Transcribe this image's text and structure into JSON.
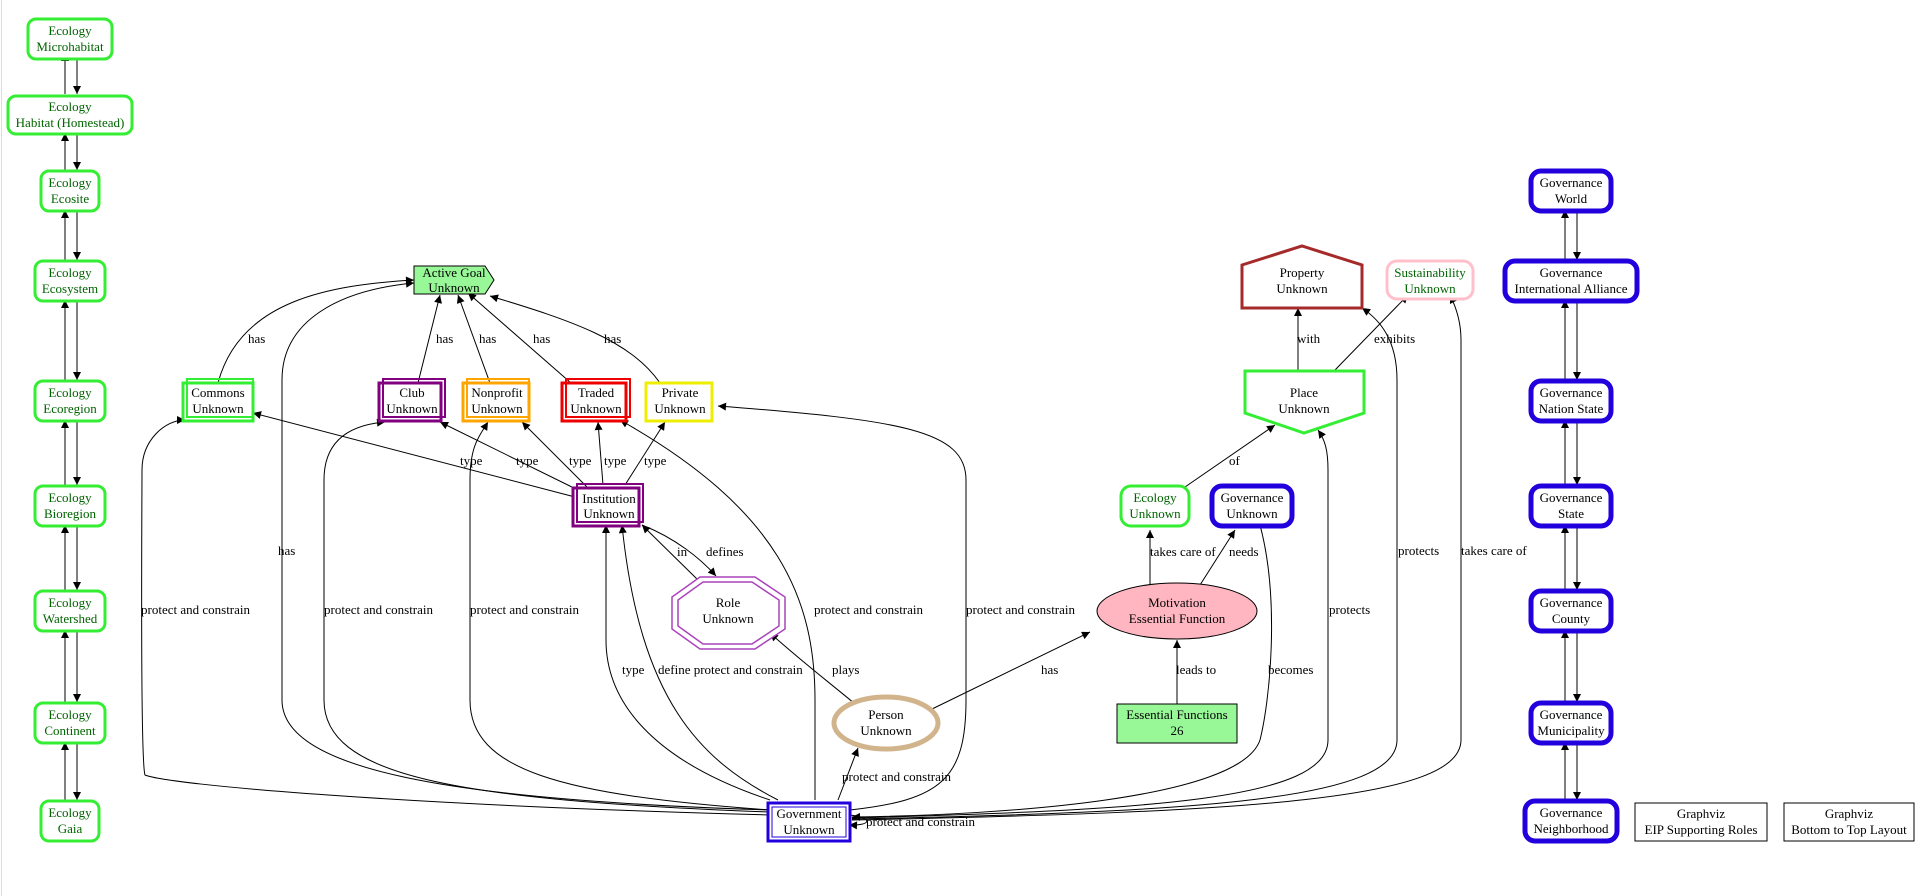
{
  "nodes": {
    "eco_micro": [
      "Ecology",
      "Microhabitat"
    ],
    "eco_habitat": [
      "Ecology",
      "Habitat (Homestead)"
    ],
    "eco_ecosite": [
      "Ecology",
      "Ecosite"
    ],
    "eco_ecosystem": [
      "Ecology",
      "Ecosystem"
    ],
    "eco_ecoregion": [
      "Ecology",
      "Ecoregion"
    ],
    "eco_bioregion": [
      "Ecology",
      "Bioregion"
    ],
    "eco_watershed": [
      "Ecology",
      "Watershed"
    ],
    "eco_continent": [
      "Ecology",
      "Continent"
    ],
    "eco_gaia": [
      "Ecology",
      "Gaia"
    ],
    "active_goal": [
      "Active Goal",
      "Unknown"
    ],
    "commons": [
      "Commons",
      "Unknown"
    ],
    "club": [
      "Club",
      "Unknown"
    ],
    "nonprofit": [
      "Nonprofit",
      "Unknown"
    ],
    "traded": [
      "Traded",
      "Unknown"
    ],
    "private": [
      "Private",
      "Unknown"
    ],
    "institution": [
      "Institution",
      "Unknown"
    ],
    "role": [
      "Role",
      "Unknown"
    ],
    "person": [
      "Person",
      "Unknown"
    ],
    "government": [
      "Government",
      "Unknown"
    ],
    "property": [
      "Property",
      "Unknown"
    ],
    "sustainability": [
      "Sustainability",
      "Unknown"
    ],
    "place": [
      "Place",
      "Unknown"
    ],
    "ecology": [
      "Ecology",
      "Unknown"
    ],
    "governance": [
      "Governance",
      "Unknown"
    ],
    "motivation": [
      "Motivation",
      "Essential Function"
    ],
    "essential": [
      "Essential Functions",
      "26"
    ],
    "gov_world": [
      "Governance",
      "World"
    ],
    "gov_intl": [
      "Governance",
      "International Alliance"
    ],
    "gov_nation": [
      "Governance",
      "Nation State"
    ],
    "gov_state": [
      "Governance",
      "State"
    ],
    "gov_county": [
      "Governance",
      "County"
    ],
    "gov_municipality": [
      "Governance",
      "Municipality"
    ],
    "gov_neighborhood": [
      "Governance",
      "Neighborhood"
    ],
    "gv_eip": [
      "Graphviz",
      "EIP Supporting Roles"
    ],
    "gv_btt": [
      "Graphviz",
      "Bottom to Top Layout"
    ]
  },
  "edge_labels": {
    "commons_has": "has",
    "club_has": "has",
    "nonprofit_has": "has",
    "traded_has": "has",
    "private_has": "has",
    "gov_has": "has",
    "type_commons": "type",
    "type_club": "type",
    "type_nonprofit": "type",
    "type_traded": "type",
    "type_private": "type",
    "in": "in",
    "defines": "defines",
    "plays": "plays",
    "pc_commons": "protect and constrain",
    "pc_club": "protect and constrain",
    "pc_nonprofit": "protect and constrain",
    "pc_traded": "protect and constrain",
    "pc_private": "protect and constrain",
    "gov_type": "type",
    "gov_define": "define protect and constrain",
    "pc_person": "protect and constrain",
    "pc_self": "protect and constrain",
    "person_has": "has",
    "with": "with",
    "exhibits": "exhibits",
    "of": "of",
    "takes_care_of_eco": "takes care of",
    "needs": "needs",
    "leads_to": "leads to",
    "becomes": "becomes",
    "protects_place": "protects",
    "protects_property": "protects",
    "takes_care_of_sus": "takes care of"
  },
  "colors": {
    "ecology": "#33ee33",
    "ecology_text": "#006400",
    "governance": "#2200dd",
    "active_goal_fill": "#98f898",
    "club": "#800080",
    "nonprofit": "#ffa500",
    "traded": "#ee0000",
    "private": "#eeee00",
    "institution": "#800080",
    "role": "#aa44bb",
    "person": "#d2b48c",
    "property": "#a52a2a",
    "sustainability": "#ffc0cb",
    "motivation_fill": "#ffb6c1",
    "essential_fill": "#98f898"
  }
}
